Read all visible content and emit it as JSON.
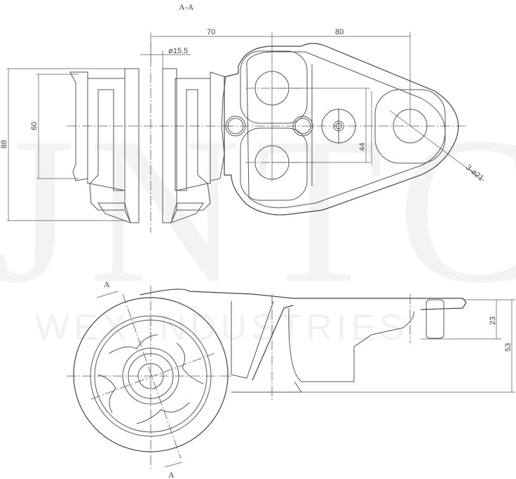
{
  "drawing": {
    "section_title": "A-A",
    "section_marker": "A",
    "watermark": {
      "logo": "JNTC",
      "company": "WEX INDUSTRIES"
    },
    "dimensions": {
      "center_distance_left": "70",
      "center_distance_right": "80",
      "bore_diameter": "ø15.5",
      "overall_height": "88",
      "bushing_height": "60",
      "hole_spacing": "44",
      "holes": "3-ø21",
      "flange_height": "23",
      "total_thickness": "53"
    }
  }
}
